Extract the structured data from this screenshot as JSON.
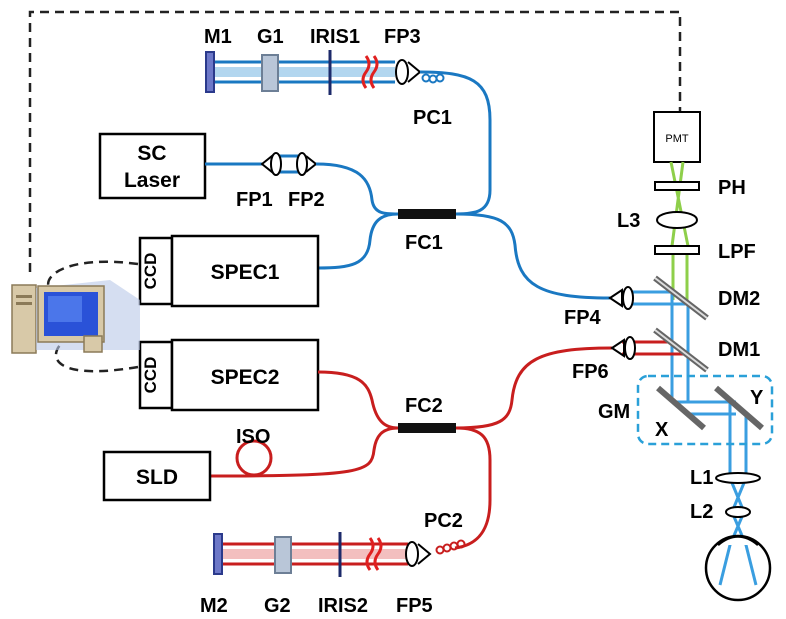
{
  "labels": {
    "m1": "M1",
    "g1": "G1",
    "iris1": "IRIS1",
    "fp3": "FP3",
    "pc1": "PC1",
    "sc_laser_1": "SC",
    "sc_laser_2": "Laser",
    "fp1": "FP1",
    "fp2": "FP2",
    "fc1": "FC1",
    "ccd": "CCD",
    "spec1": "SPEC1",
    "spec2": "SPEC2",
    "fc2": "FC2",
    "iso": "ISO",
    "sld": "SLD",
    "pc2": "PC2",
    "m2": "M2",
    "g2": "G2",
    "iris2": "IRIS2",
    "fp5": "FP5",
    "pmt": "PMT",
    "ph": "PH",
    "l3": "L3",
    "lpf": "LPF",
    "dm2": "DM2",
    "fp4": "FP4",
    "dm1": "DM1",
    "fp6": "FP6",
    "gm": "GM",
    "x": "X",
    "y": "Y",
    "l1": "L1",
    "l2": "L2"
  },
  "colors": {
    "blue_fiber": "#1a78c2",
    "red_fiber": "#c81e1e",
    "green_beam": "#8ecf4a",
    "light_blue_beam": "#3a9ee0",
    "gm_box": "#2aa0d8",
    "mirror": "#2b3a8c"
  },
  "icons": {
    "computer": "computer-icon"
  }
}
